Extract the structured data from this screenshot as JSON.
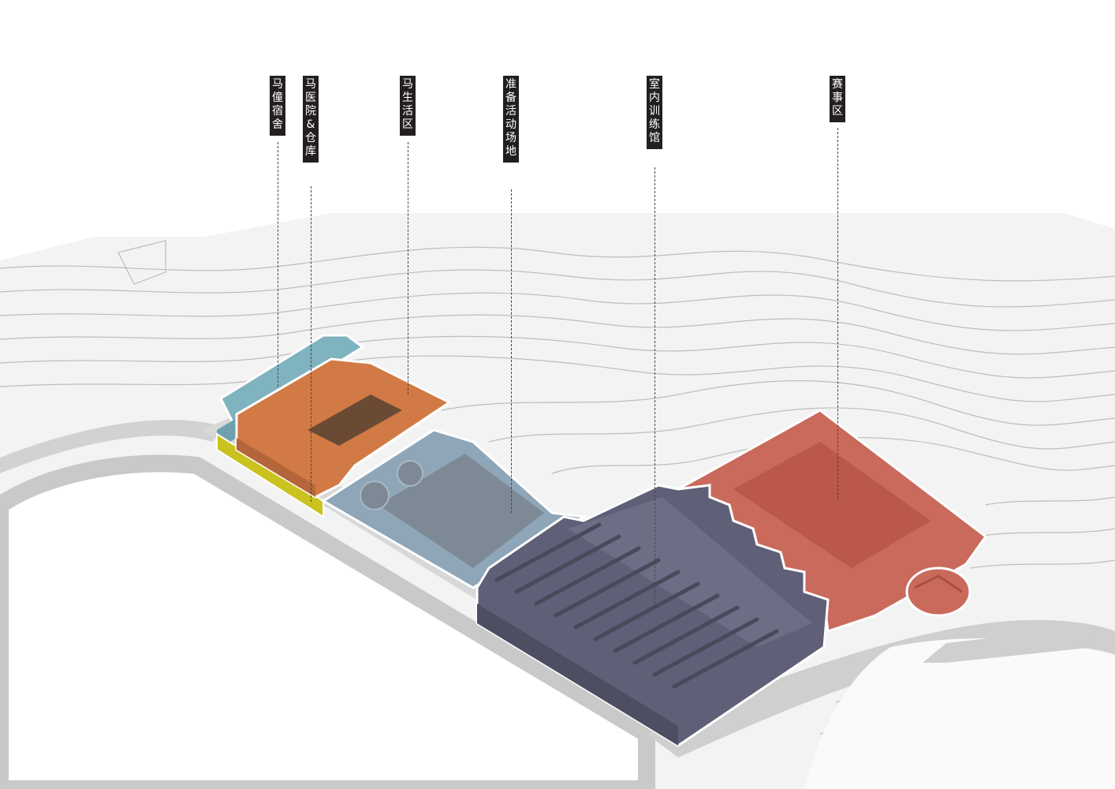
{
  "labels": [
    {
      "id": "stable-dormitory",
      "text": "马僮宿舍"
    },
    {
      "id": "horse-hospital-warehouse",
      "text": "马医院&仓库"
    },
    {
      "id": "horse-living-area",
      "text": "马生活区"
    },
    {
      "id": "warm-up-field",
      "text": "准备活动场地"
    },
    {
      "id": "indoor-training-hall",
      "text": "室内训练馆"
    },
    {
      "id": "competition-area",
      "text": "赛事区"
    }
  ],
  "colors": {
    "background": "#ffffff",
    "terrain": "#f3f3f3",
    "contour_line": "#bdbdbd",
    "road": "#c9c9c9",
    "dormitory": "#7fb3bf",
    "hospital": "#d27a45",
    "hospital_base": "#c9c21f",
    "living_area": "#8fa6b8",
    "training_hall": "#5f6077",
    "competition": "#c96a5c",
    "label_bg": "#231f20",
    "label_text": "#ffffff"
  }
}
